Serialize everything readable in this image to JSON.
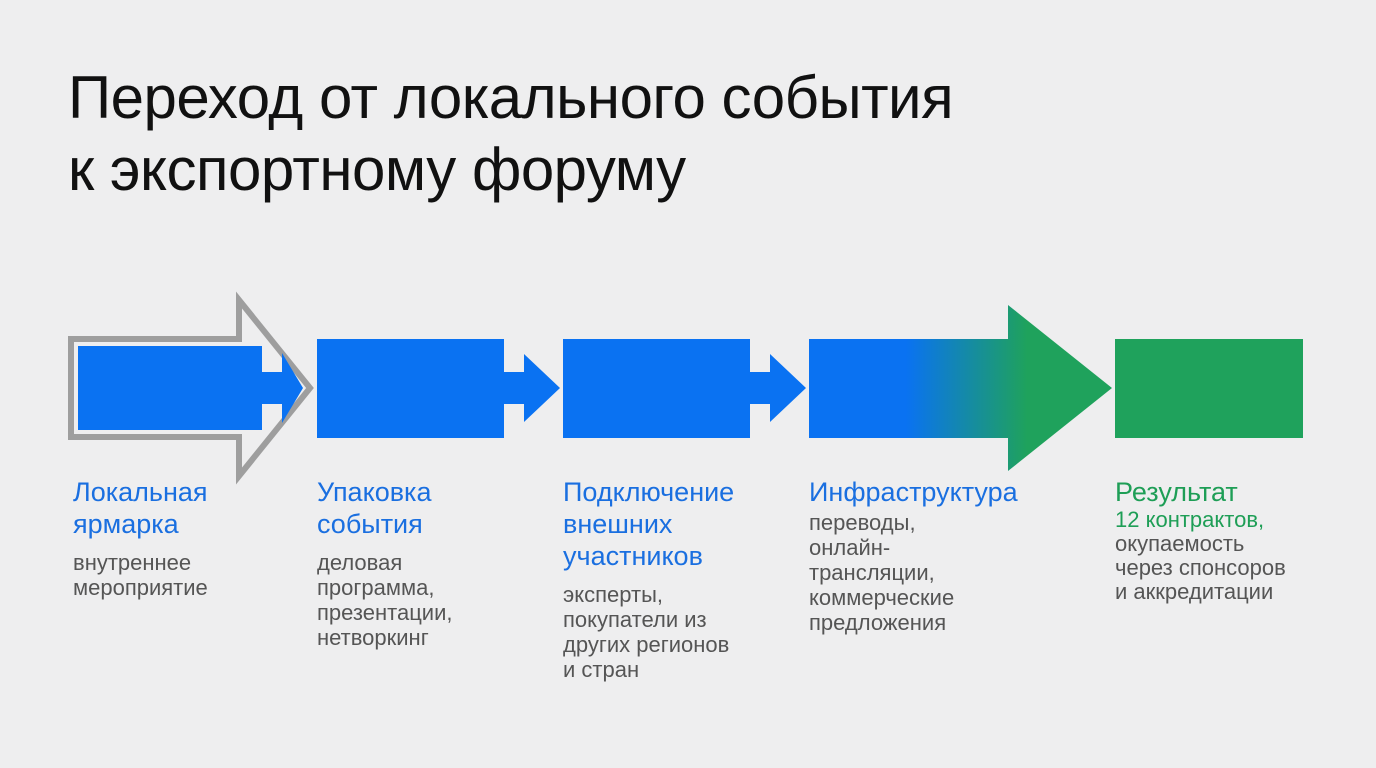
{
  "title": {
    "line1": "Переход от локального события",
    "line2": "к экспортному форуму"
  },
  "colors": {
    "blue": "#0a72f2",
    "green": "#1fa25c",
    "outline": "#9e9e9e",
    "title_blue": "#1a6fe0",
    "title_green": "#1e9e56"
  },
  "steps": [
    {
      "title": [
        "Локальная",
        "ярмарка"
      ],
      "desc": [
        "внутреннее",
        "мероприятие"
      ]
    },
    {
      "title": [
        "Упаковка",
        "события"
      ],
      "desc": [
        "деловая",
        "программа,",
        "презентации,",
        "нетворкинг"
      ]
    },
    {
      "title": [
        "Подключение",
        "внешних",
        "участников"
      ],
      "desc": [
        "эксперты,",
        "покупатели из",
        "других регионов",
        "и стран"
      ]
    },
    {
      "title": [
        "Инфраструктура"
      ],
      "desc": [
        "переводы,",
        "онлайн-",
        "трансляции,",
        "коммерческие",
        "предложения"
      ]
    },
    {
      "title": [
        "Результат"
      ],
      "highlight": "12 контрактов,",
      "desc": [
        "окупаемость",
        "через спонсоров",
        "и аккредитации"
      ]
    }
  ]
}
